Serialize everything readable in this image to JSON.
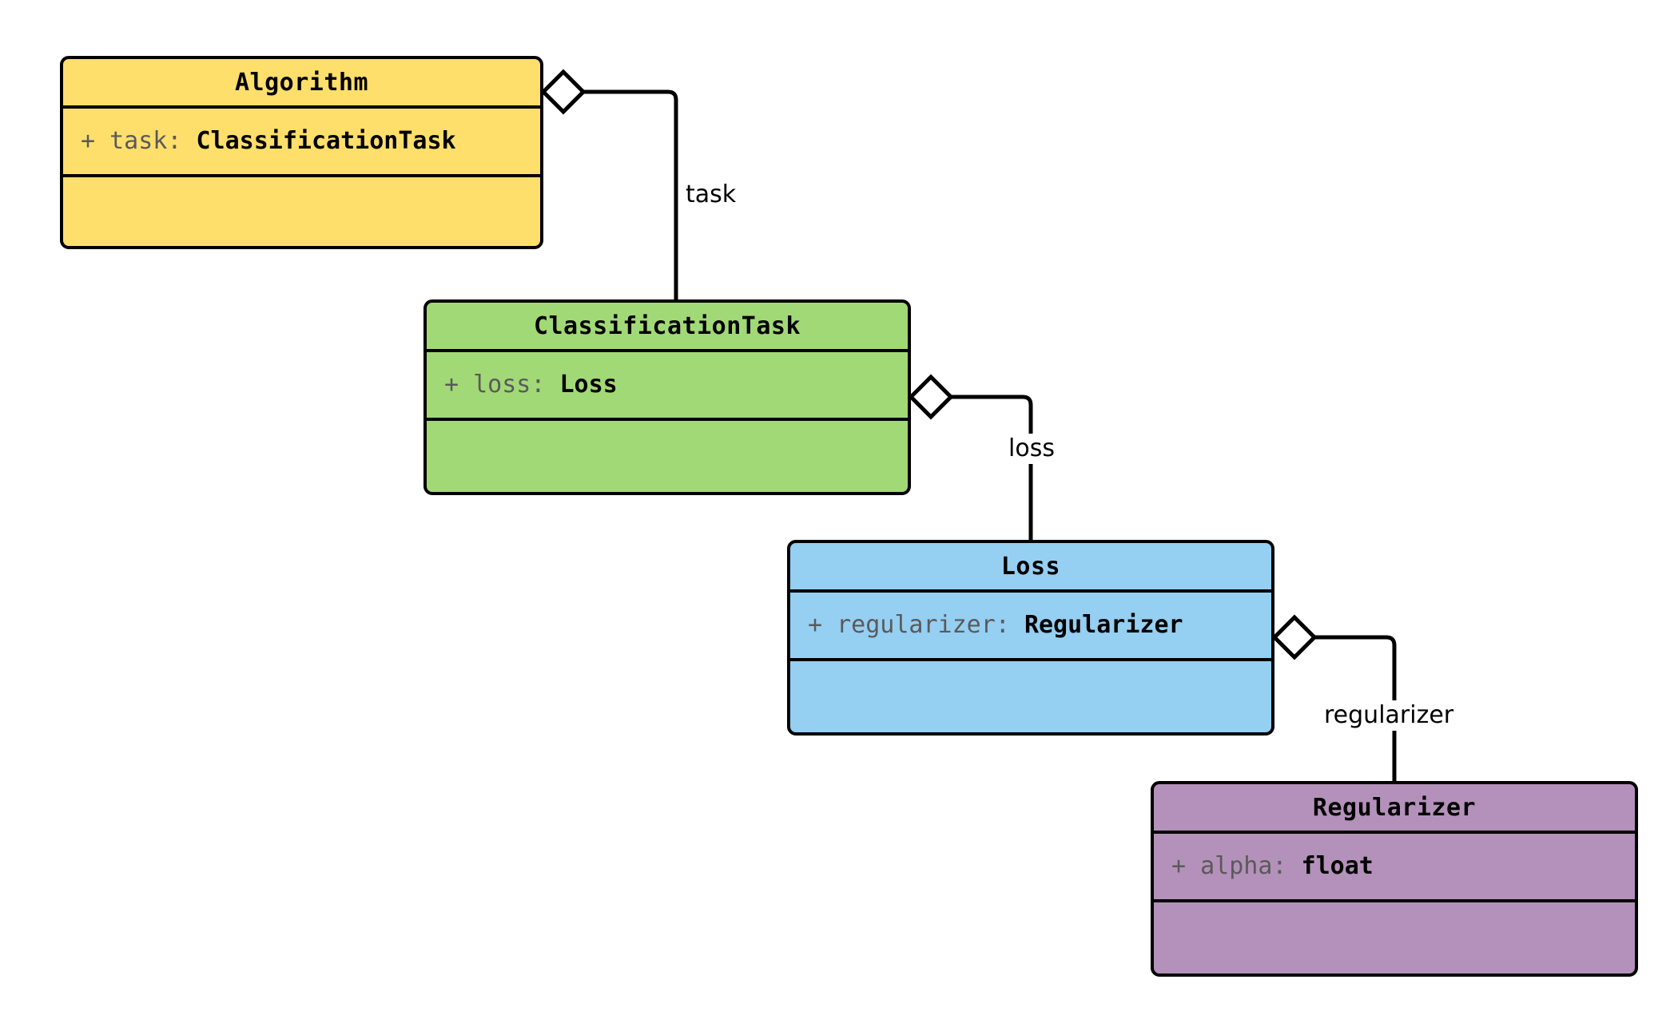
{
  "diagram": {
    "type": "uml-class-diagram",
    "background": "#ffffff",
    "line_color": "#000000",
    "classes": [
      {
        "id": "algorithm",
        "name": "Algorithm",
        "fill": "#FFDF6B",
        "attribute_sig": "+ task: ",
        "attribute_type": "ClassificationTask"
      },
      {
        "id": "classification-task",
        "name": "ClassificationTask",
        "fill": "#A2D977",
        "attribute_sig": "+ loss: ",
        "attribute_type": "Loss"
      },
      {
        "id": "loss",
        "name": "Loss",
        "fill": "#95CFF2",
        "attribute_sig": "+ regularizer: ",
        "attribute_type": "Regularizer"
      },
      {
        "id": "regularizer",
        "name": "Regularizer",
        "fill": "#B491BA",
        "attribute_sig": "+ alpha: ",
        "attribute_type": "float"
      }
    ],
    "relations": [
      {
        "id": "algorithm-task",
        "label": "task",
        "kind": "aggregation",
        "from": "Algorithm",
        "to": "ClassificationTask"
      },
      {
        "id": "classificationtask-loss",
        "label": "loss",
        "kind": "aggregation",
        "from": "ClassificationTask",
        "to": "Loss"
      },
      {
        "id": "loss-regularizer",
        "label": "regularizer",
        "kind": "aggregation",
        "from": "Loss",
        "to": "Regularizer"
      }
    ]
  }
}
